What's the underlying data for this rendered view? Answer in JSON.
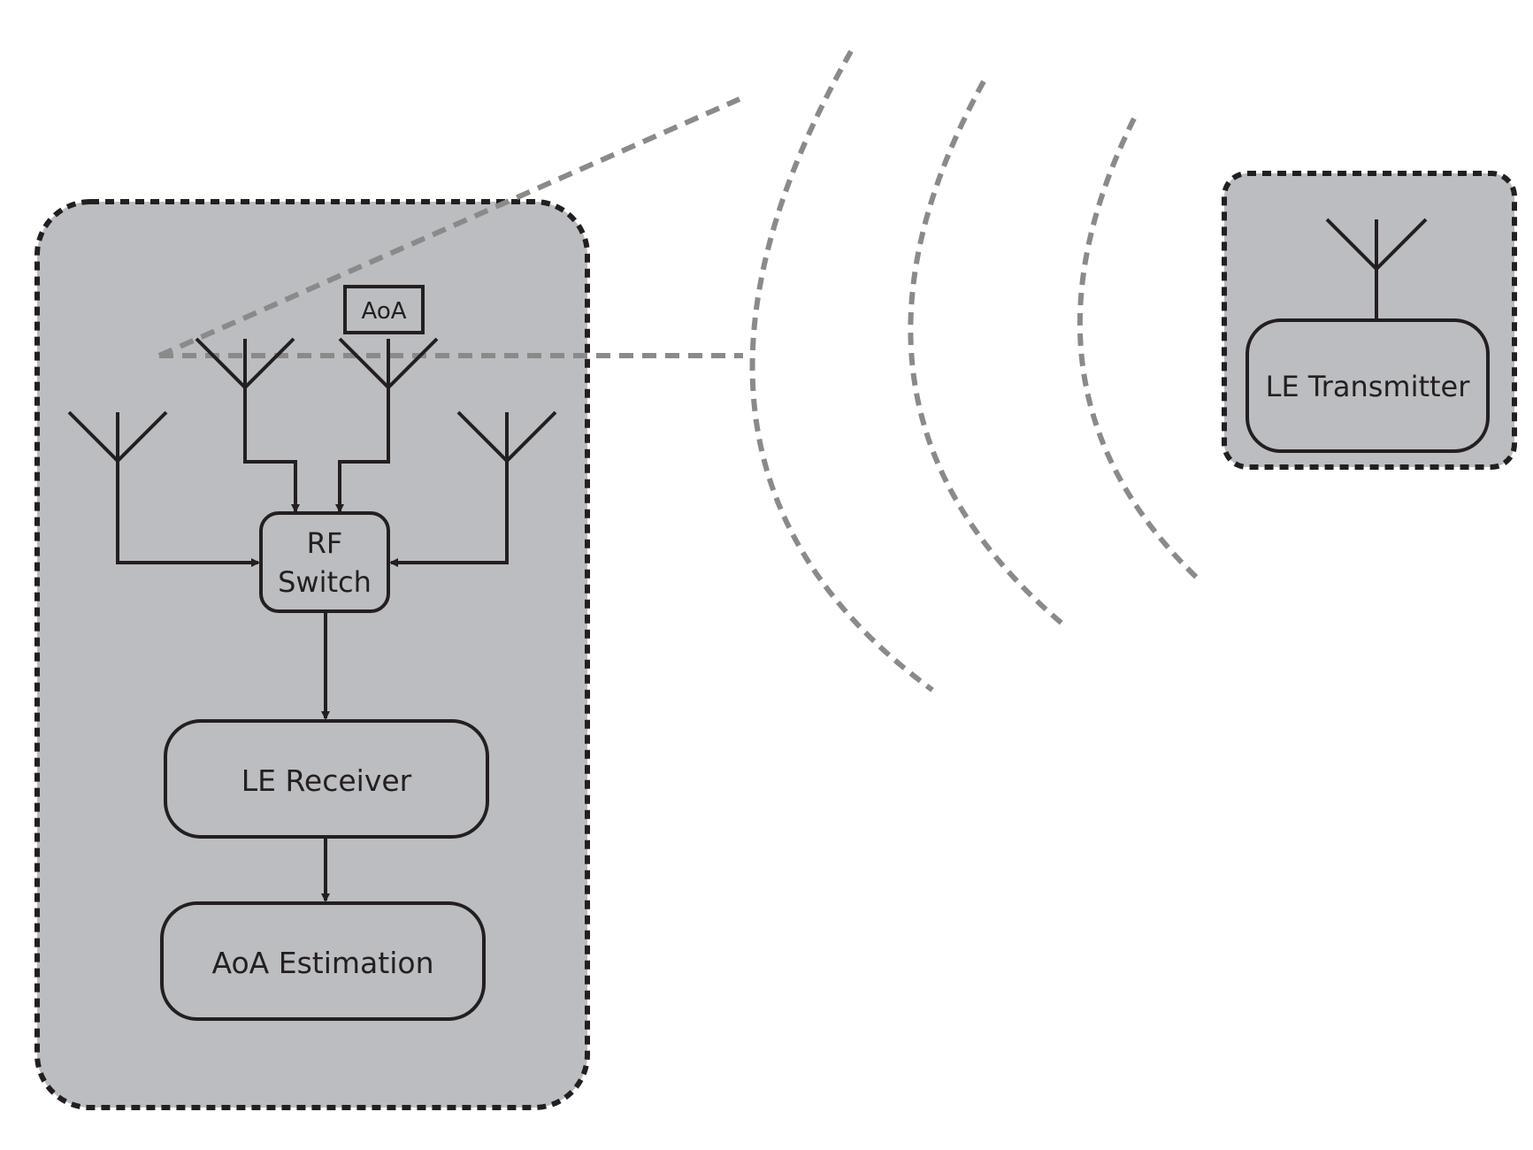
{
  "labels": {
    "aoa_tag": "AoA",
    "rf_switch_line1": "RF",
    "rf_switch_line2": "Switch",
    "le_receiver": "LE Receiver",
    "aoa_estimation": "AoA Estimation",
    "le_transmitter": "LE Transmitter"
  },
  "colors": {
    "panel_fill": "#bcbdc0",
    "panel_border": "#231f20",
    "line": "#231f20",
    "wave": "#8a8a8a"
  }
}
